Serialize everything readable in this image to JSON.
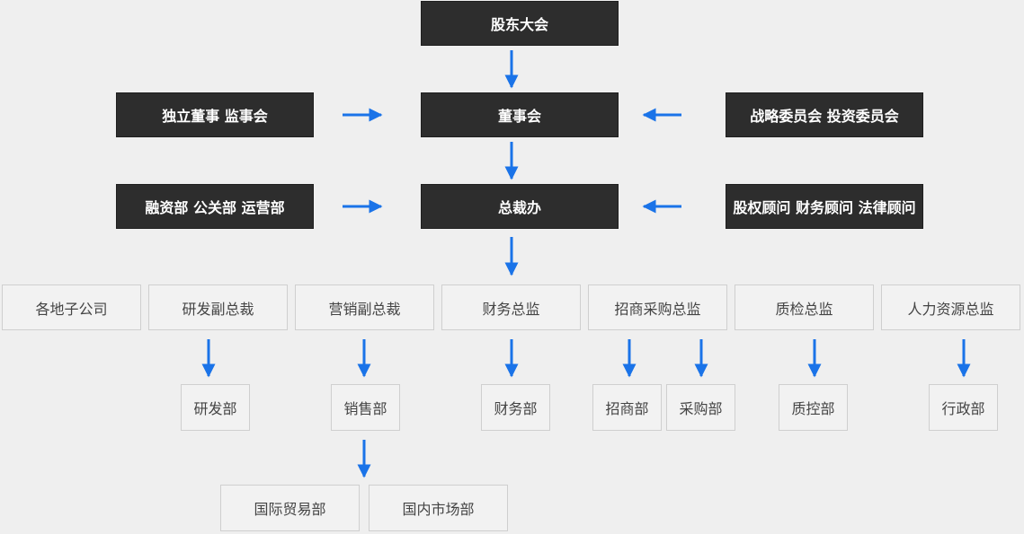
{
  "colors": {
    "dark_box": "#2d2d2d",
    "light_box": "#f2f2f2",
    "arrow": "#1a73e8"
  },
  "top": {
    "shareholders": "股东大会",
    "board": "董事会",
    "president_office": "总裁办",
    "independent": "独立董事 监事会",
    "committees": "战略委员会 投资委员会",
    "departments": "融资部 公关部 运营部",
    "advisors": "股权顾问 财务顾问 法律顾问"
  },
  "executives": [
    "各地子公司",
    "研发副总裁",
    "营销副总裁",
    "财务总监",
    "招商采购总监",
    "质检总监",
    "人力资源总监"
  ],
  "departments": {
    "rd": "研发部",
    "sales": "销售部",
    "finance": "财务部",
    "investment": "招商部",
    "purchasing": "采购部",
    "quality": "质控部",
    "admin": "行政部"
  },
  "markets": {
    "international": "国际贸易部",
    "domestic": "国内市场部"
  }
}
